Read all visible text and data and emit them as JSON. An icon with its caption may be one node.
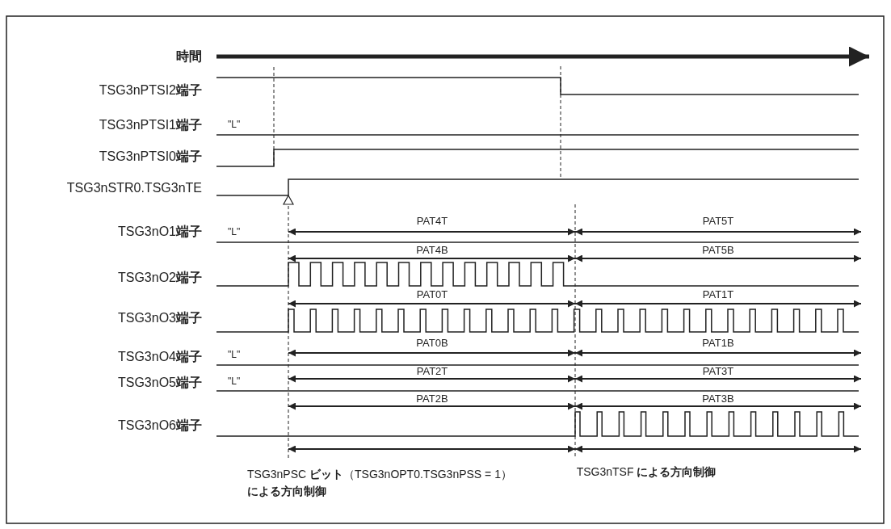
{
  "diagram": {
    "labels": [
      "時間",
      "TSG3nPTSI2**端子**",
      "TSG3nPTSI1**端子**",
      "\"L\"",
      "TSG3nPTSI0**端子**",
      "TSG3nSTR0.TSG3nTE",
      "PAT4T",
      "PAT5T",
      "TSG3nO1**端子**",
      "\"L\"",
      "PAT4B",
      "PAT5B",
      "TSG3nO2**端子**",
      "PAT0T",
      "PAT1T",
      "TSG3nO3**端子**",
      "PAT0B",
      "PAT1B",
      "TSG3nO4**端子**",
      "\"L\"",
      "PAT2T",
      "PAT3T",
      "TSG3nO5**端子**",
      "\"L\"",
      "PAT2B",
      "PAT3B",
      "TSG3nO6**端子**",
      "TSG3nPSC **ビット**（TSG3nOPT0.TSG3nPSS = 1）**による方向制御**",
      "TSG3nTSF **による方向制御**"
    ]
  }
}
